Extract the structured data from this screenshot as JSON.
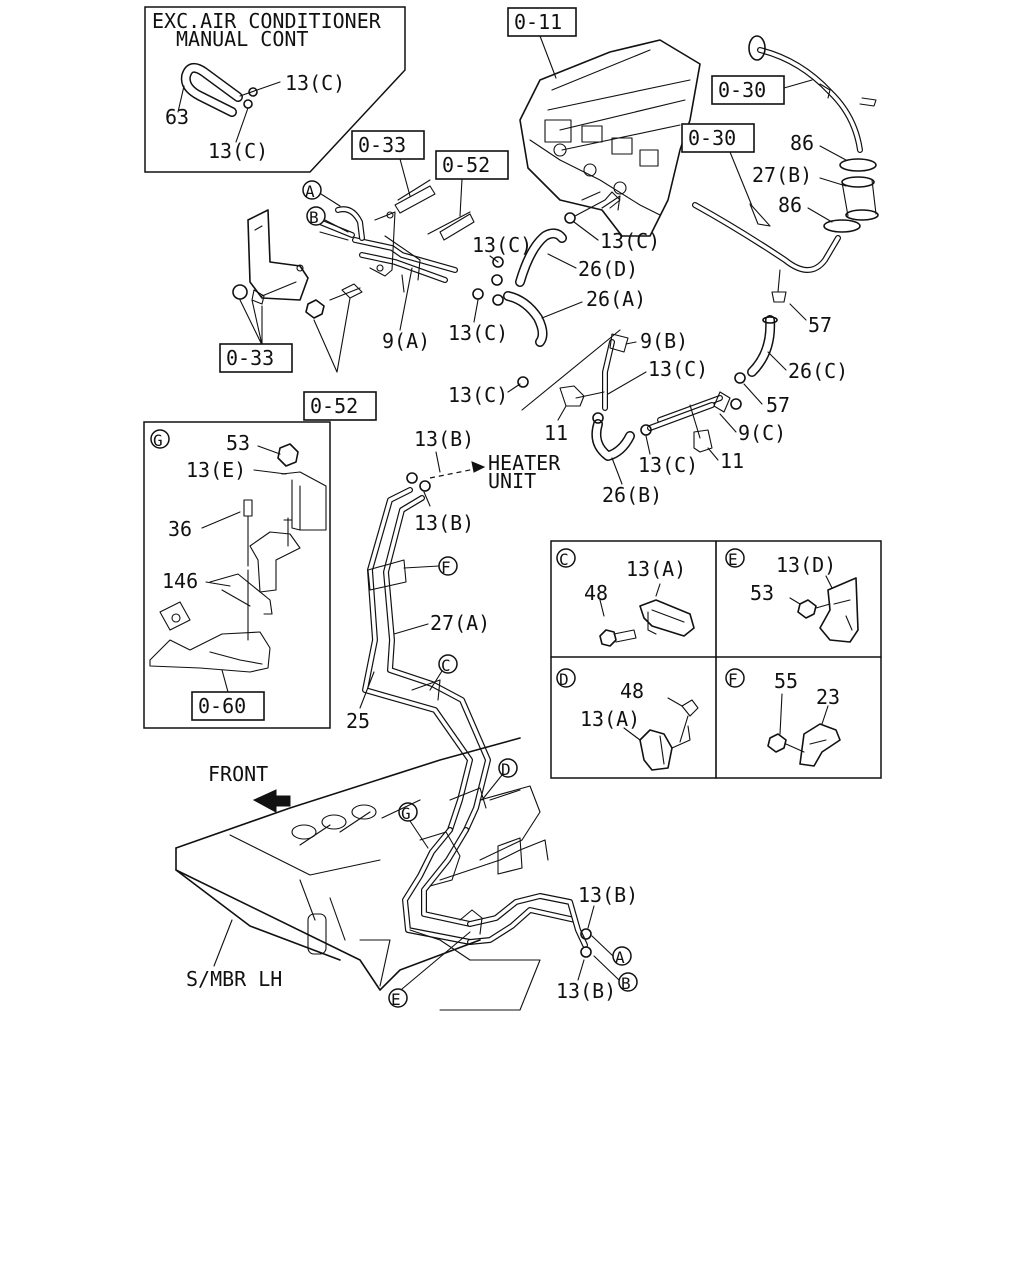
{
  "inset_aircon": {
    "title_line1": "EXC.AIR CONDITIONER",
    "title_line2": "MANUAL CONT",
    "labels": [
      "63",
      "13(C)",
      "13(C)"
    ]
  },
  "ref_boxes": [
    "0-11",
    "0-30",
    "0-30",
    "0-33",
    "0-52",
    "0-33",
    "0-52",
    "0-60"
  ],
  "circle_letters": [
    "A",
    "B",
    "C",
    "D",
    "E",
    "F",
    "G"
  ],
  "part_labels": {
    "p86": "86",
    "p27b": "27(B)",
    "p26d": "26(D)",
    "p26a": "26(A)",
    "p26c": "26(C)",
    "p26b": "26(B)",
    "p57": "57",
    "p9a": "9(A)",
    "p9b": "9(B)",
    "p9c": "9(C)",
    "p11": "11",
    "p13a": "13(A)",
    "p13b": "13(B)",
    "p13c": "13(C)",
    "p13d": "13(D)",
    "p13e": "13(E)",
    "p27a": "27(A)",
    "p25": "25",
    "p53": "53",
    "p36": "36",
    "p146": "146",
    "p48": "48",
    "p55": "55",
    "p23": "23"
  },
  "notes": {
    "heater_line1": "HEATER",
    "heater_line2": "UNIT",
    "front": "FRONT",
    "side_member": "S/MBR LH"
  }
}
